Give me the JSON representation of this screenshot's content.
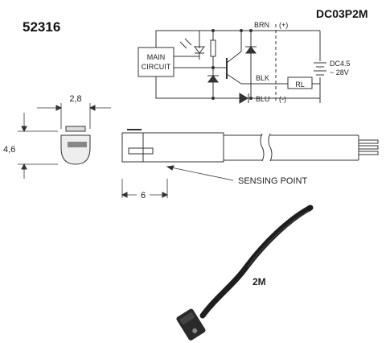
{
  "part_number": "52316",
  "model_code": "DC03P2M",
  "circuit": {
    "main_circuit_line1": "MAIN",
    "main_circuit_line2": "CIRCUIT",
    "wire_brown": "BRN",
    "wire_brown_polarity": "(+)",
    "wire_black": "BLK",
    "wire_blue": "BLU",
    "wire_blue_polarity": "(-)",
    "load_label": "RL",
    "supply_line1": "DC4.5",
    "supply_line2": "~ 28V"
  },
  "dimensions": {
    "width": "2,8",
    "height": "4,6",
    "sensing_offset": "6"
  },
  "sensing_point_label": "SENSING POINT",
  "cable_length": "2M",
  "colors": {
    "line": "#333333",
    "cable": "#1e1e1e",
    "sensor_body": "#eeeeee"
  }
}
